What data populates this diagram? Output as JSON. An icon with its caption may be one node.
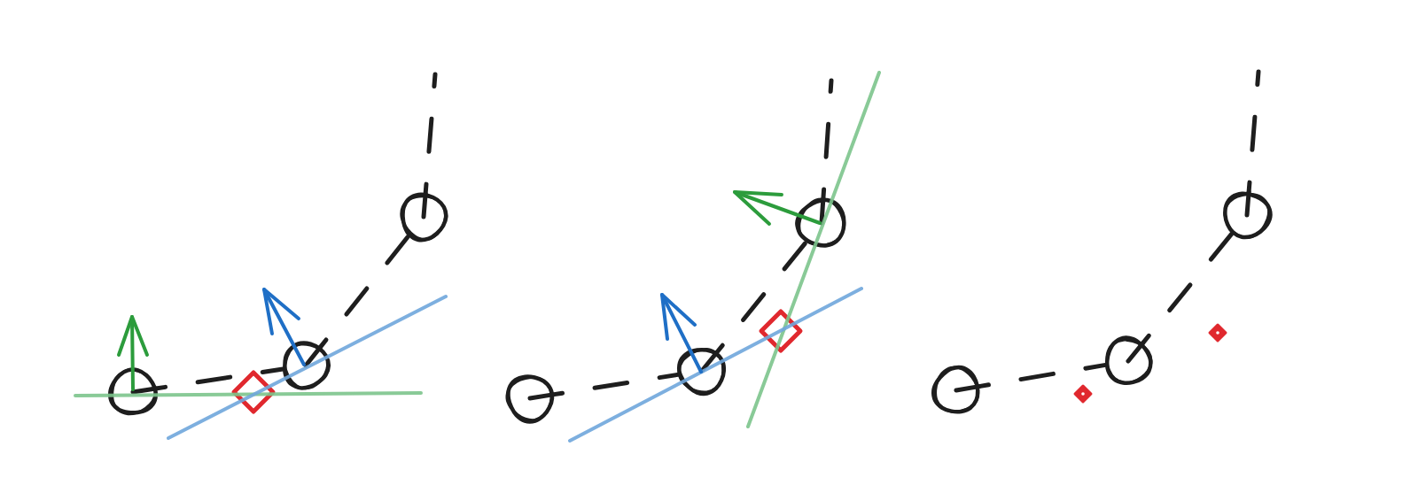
{
  "diagram": {
    "nodes": [
      {
        "text": [],
        "shape": "circle"
      },
      {
        "text": [],
        "shape": "diamond"
      },
      {
        "text": [],
        "shape": "circle"
      },
      {
        "text": [],
        "shape": "circle"
      },
      {
        "text": [],
        "shape": "circle"
      },
      {
        "text": [],
        "shape": "circle"
      },
      {
        "text": [],
        "shape": "diamond"
      },
      {
        "text": [],
        "shape": "circle"
      },
      {
        "text": [],
        "shape": "circle"
      },
      {
        "text": [],
        "shape": "diamond"
      },
      {
        "text": [],
        "shape": "circle"
      },
      {
        "text": [],
        "shape": "diamond"
      },
      {
        "text": [],
        "shape": "circle"
      }
    ],
    "edges": [
      {
        "from": 0,
        "to": 2,
        "arrow": "none",
        "style": "dashed"
      },
      {
        "from": 2,
        "to": 3,
        "arrow": "none",
        "style": "dashed"
      },
      {
        "from": 3,
        "to": null,
        "arrow": "none",
        "style": "dashed"
      },
      {
        "from": 4,
        "to": 5,
        "arrow": "none",
        "style": "dashed"
      },
      {
        "from": 5,
        "to": 7,
        "arrow": "none",
        "style": "dashed"
      },
      {
        "from": 7,
        "to": null,
        "arrow": "none",
        "style": "dashed"
      },
      {
        "from": 8,
        "to": 10,
        "arrow": "none",
        "style": "dashed"
      },
      {
        "from": 10,
        "to": 12,
        "arrow": "none",
        "style": "dashed"
      },
      {
        "from": 12,
        "to": null,
        "arrow": "none",
        "style": "dashed"
      }
    ]
  }
}
